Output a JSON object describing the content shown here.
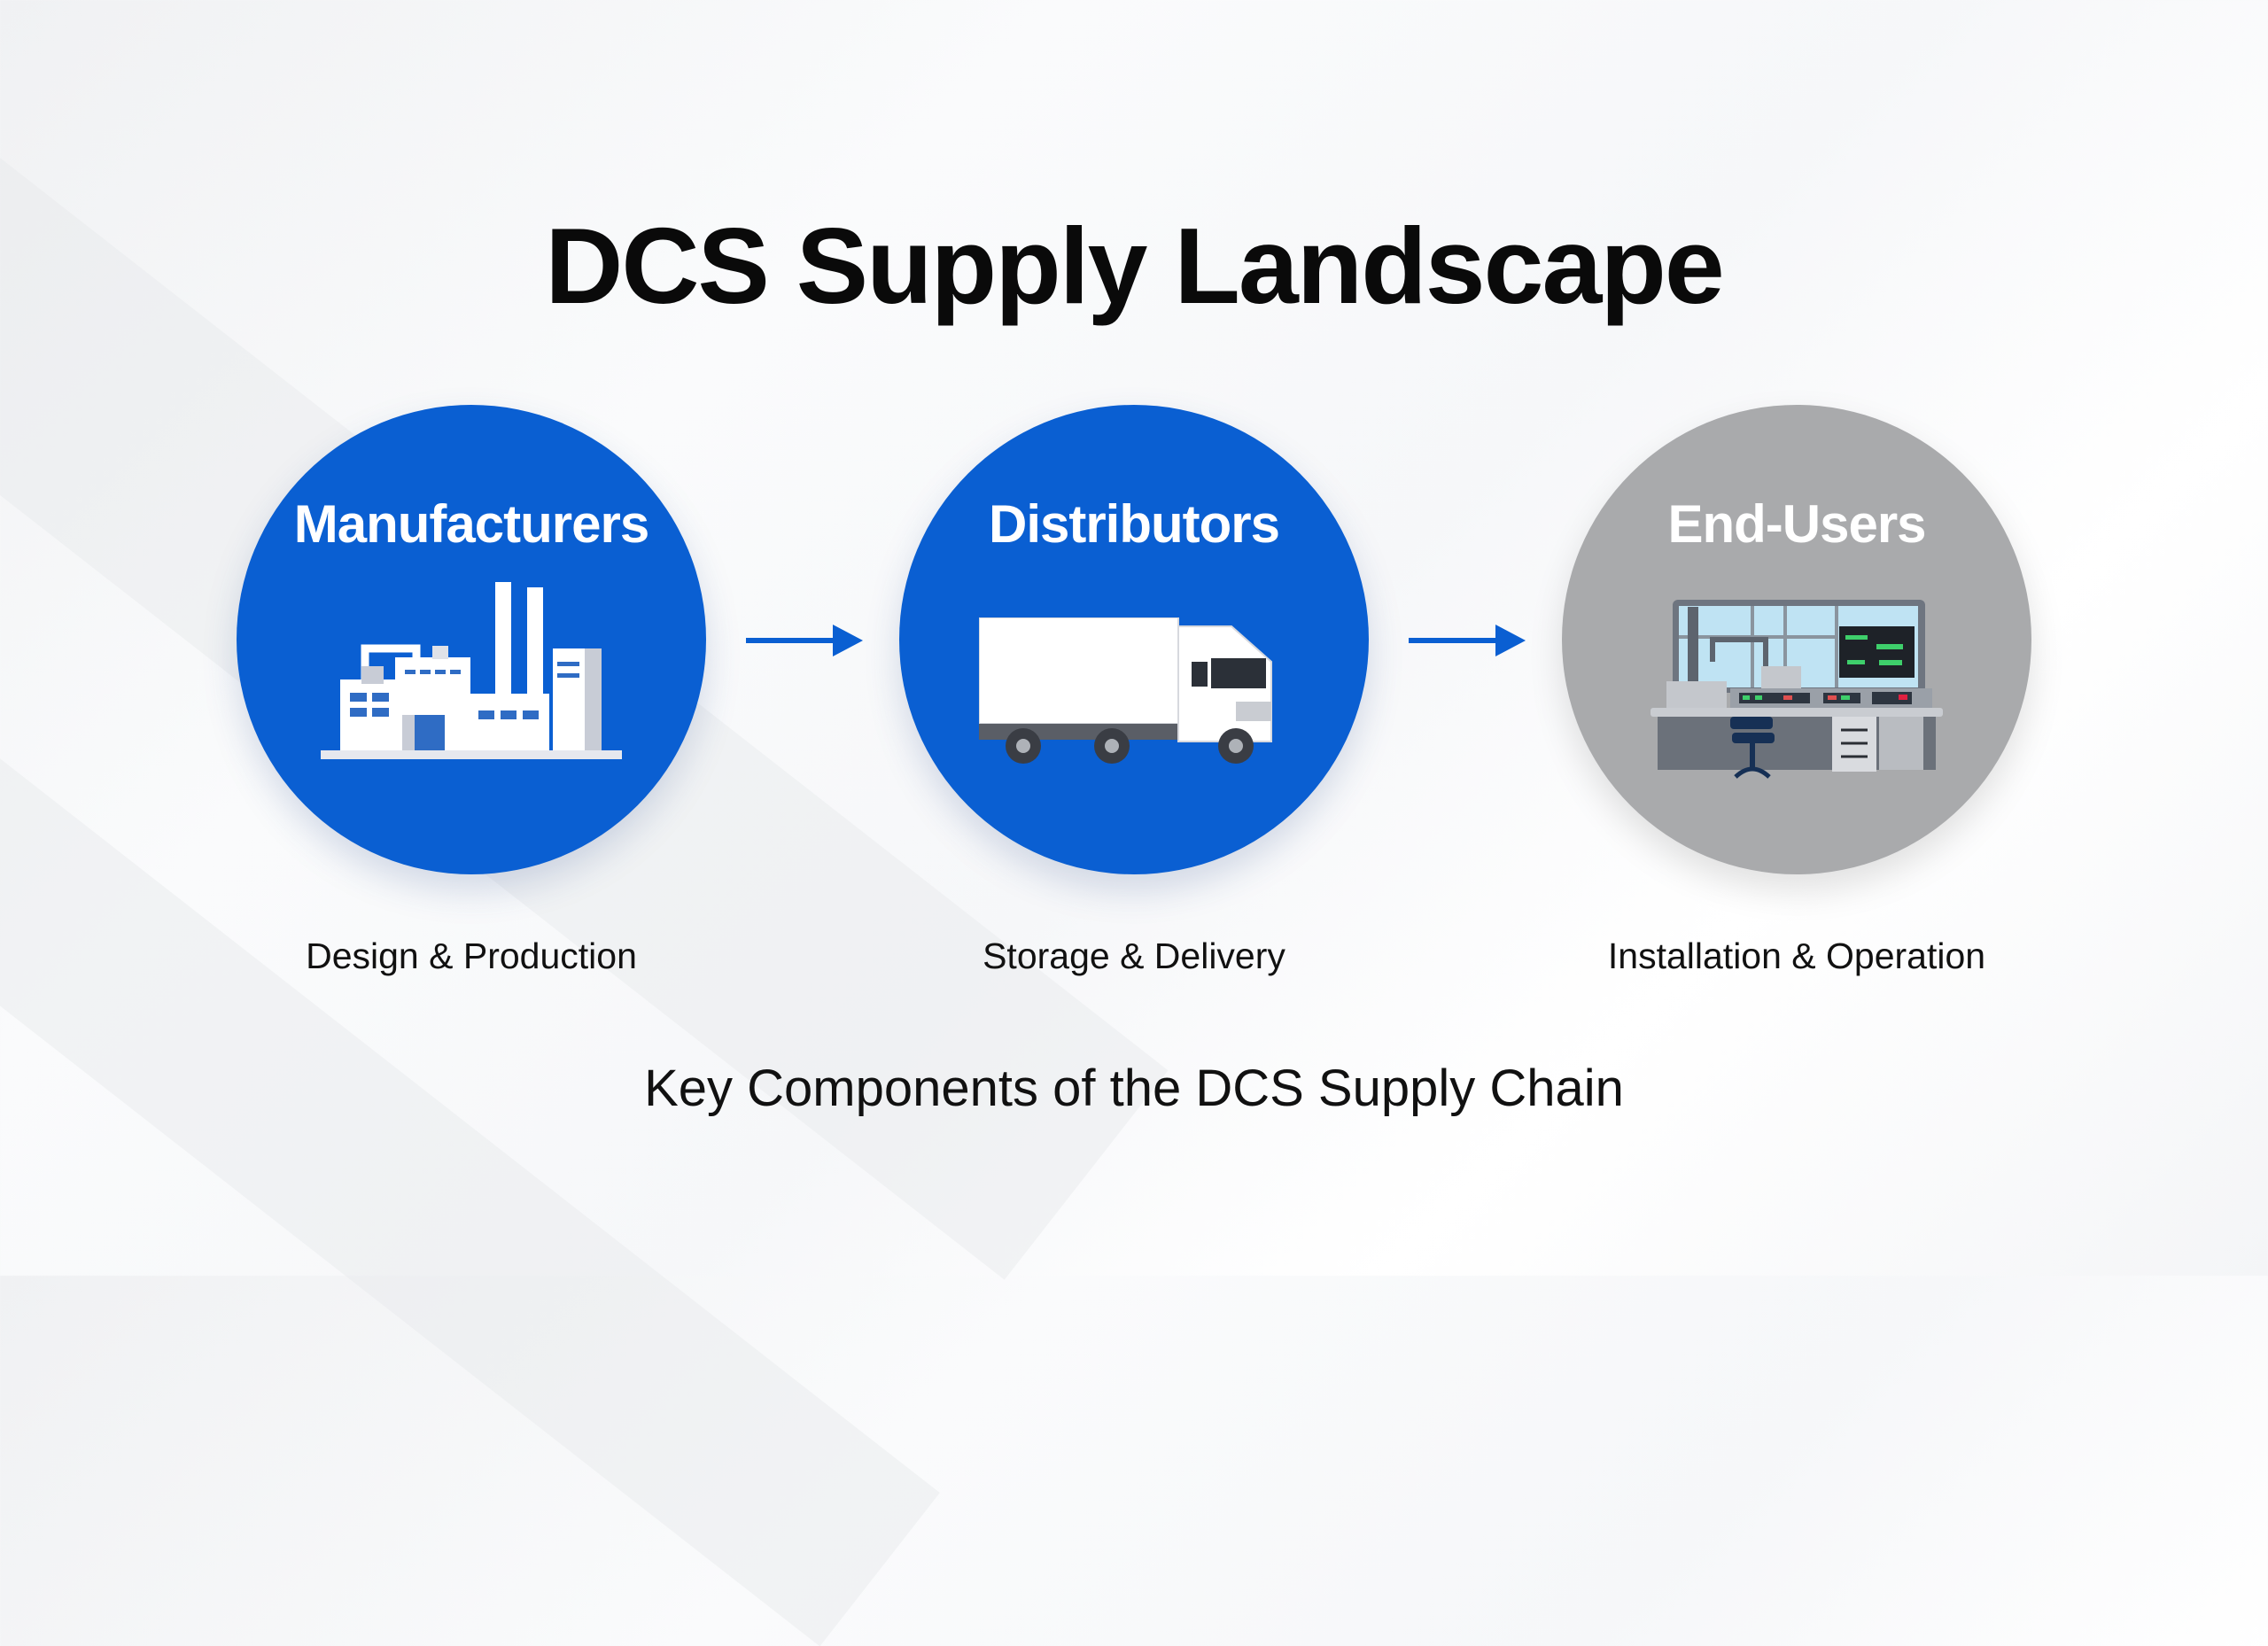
{
  "title": "DCS Supply Landscape",
  "stages": [
    {
      "label": "Manufacturers",
      "description": "Design & Production",
      "icon": "factory-icon",
      "color": "#0a5fd2"
    },
    {
      "label": "Distributors",
      "description": "Storage & Delivery",
      "icon": "truck-icon",
      "color": "#0a5fd2"
    },
    {
      "label": "End-Users",
      "description": "Installation & Operation",
      "icon": "control-room-icon",
      "color": "#a9aaac"
    }
  ],
  "caption": "Key Components of the DCS Supply Chain"
}
